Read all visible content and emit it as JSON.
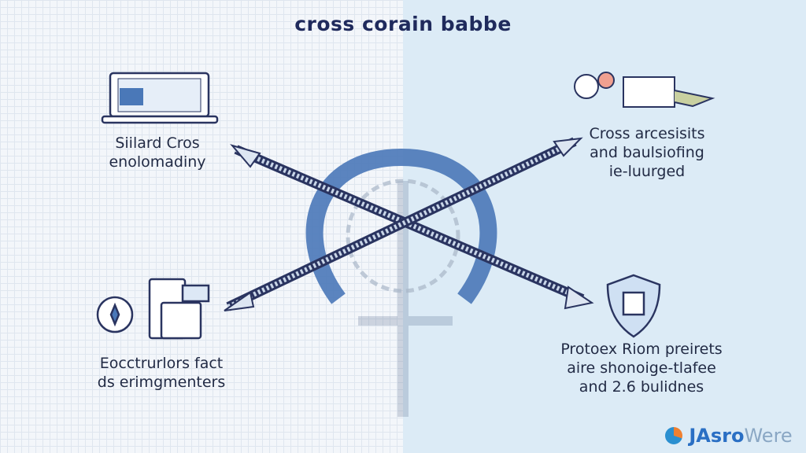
{
  "title": "cross corain babbe",
  "captions": {
    "top_left": [
      "Siilard Cros",
      "enolomadiny"
    ],
    "top_right": [
      "Cross arcesisits",
      "and baulsiofing",
      "ie-luurged"
    ],
    "bottom_left": [
      "Eocctrurlors fact",
      "ds erimgmenters"
    ],
    "bottom_right": [
      "Protoex Riom preirets",
      "aire shonoige-tlafee",
      "and 2.6 bulidnes"
    ]
  },
  "logo": {
    "bold": "JAsro",
    "light": "Were"
  },
  "colors": {
    "navy": "#1f2a5c",
    "accent": "#4a78b8",
    "right_bg": "#dcebf6"
  }
}
